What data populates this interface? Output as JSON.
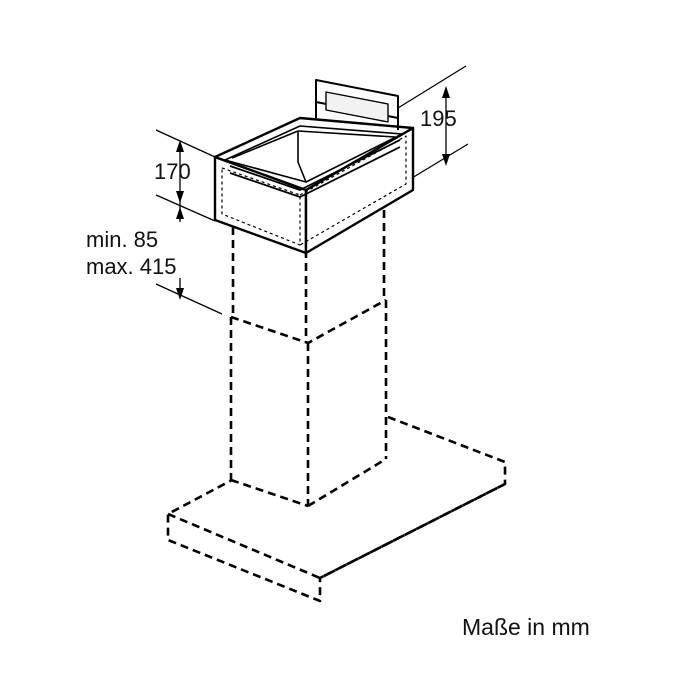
{
  "diagram": {
    "dimensions": {
      "top_height": "195",
      "front_height": "170",
      "min_label": "min. 85",
      "max_label": "max. 415"
    },
    "units_note": "Maße in mm"
  },
  "colors": {
    "line": "#000000",
    "fill": "#ffffff",
    "inner_fill": "#f7f7f7",
    "text": "#111111"
  }
}
